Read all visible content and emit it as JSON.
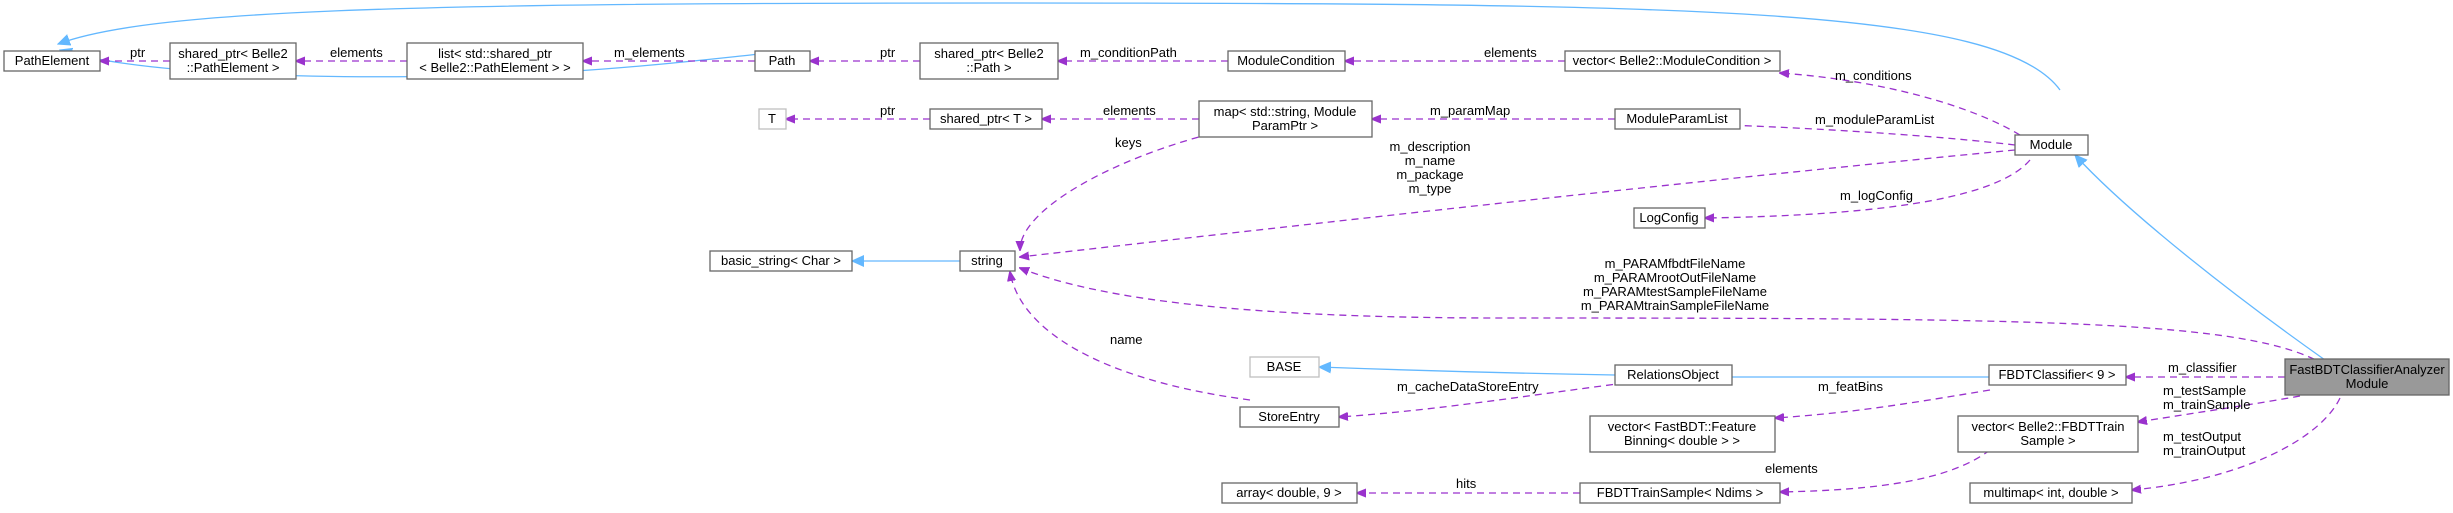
{
  "nodes": {
    "path_element": [
      "PathElement"
    ],
    "sp_path_element": [
      "shared_ptr< Belle2",
      "::PathElement >"
    ],
    "list_sp_path_element": [
      "list< std::shared_ptr",
      "< Belle2::PathElement > >"
    ],
    "path": [
      "Path"
    ],
    "sp_path": [
      "shared_ptr< Belle2",
      "::Path >"
    ],
    "module_condition": [
      "ModuleCondition"
    ],
    "vector_module_condition": [
      "vector< Belle2::ModuleCondition >"
    ],
    "module": [
      "Module"
    ],
    "t": [
      "T"
    ],
    "sp_t": [
      "shared_ptr< T >"
    ],
    "map_param": [
      "map< std::string, Module",
      "ParamPtr >"
    ],
    "module_param_list": [
      "ModuleParamList"
    ],
    "log_config": [
      "LogConfig"
    ],
    "basic_string": [
      "basic_string< Char >"
    ],
    "string": [
      "string"
    ],
    "base": [
      "BASE"
    ],
    "relations_object": [
      "RelationsObject"
    ],
    "fbdt_classifier": [
      "FBDTClassifier< 9 >"
    ],
    "focus": [
      "FastBDTClassifierAnalyzer",
      "Module"
    ],
    "store_entry": [
      "StoreEntry"
    ],
    "vector_feature_binning": [
      "vector< FastBDT::Feature",
      "Binning< double > >"
    ],
    "vector_fbdt_train_sample": [
      "vector< Belle2::FBDTTrain",
      "Sample >"
    ],
    "array_double": [
      "array< double, 9 >"
    ],
    "fbdt_train_sample": [
      "FBDTTrainSample< Ndims >"
    ],
    "multimap": [
      "multimap< int, double >"
    ]
  },
  "edge_labels": {
    "ptr_path_element": [
      "ptr"
    ],
    "m_elements_list": [
      "elements"
    ],
    "m_elements_path": [
      "m_elements"
    ],
    "ptr_path": [
      "ptr"
    ],
    "m_condition_path": [
      "m_conditionPath"
    ],
    "elements_conditions": [
      "elements"
    ],
    "m_conditions": [
      "m_conditions"
    ],
    "ptr_t": [
      "ptr"
    ],
    "elements_map": [
      "elements"
    ],
    "m_param_map": [
      "m_paramMap"
    ],
    "m_module_param_list": [
      "m_moduleParamList"
    ],
    "keys": [
      "keys"
    ],
    "module_strings": [
      "m_description",
      "m_name",
      "m_package",
      "m_type"
    ],
    "m_log_config": [
      "m_logConfig"
    ],
    "param_files": [
      "m_PARAMfbdtFileName",
      "m_PARAMrootOutFileName",
      "m_PARAMtestSampleFileName",
      "m_PARAMtrainSampleFileName"
    ],
    "name": [
      "name"
    ],
    "m_cache": [
      "m_cacheDataStoreEntry"
    ],
    "m_classifier": [
      "m_classifier"
    ],
    "m_feat_bins": [
      "m_featBins"
    ],
    "samples": [
      "m_testSample",
      "m_trainSample"
    ],
    "outputs": [
      "m_testOutput",
      "m_trainOutput"
    ],
    "elements_train": [
      "elements"
    ],
    "hits": [
      "hits"
    ]
  },
  "colors": {
    "usage_edge": "#9a32cd",
    "inheritance_edge": "#63b8ff",
    "focus_fill": "#999999"
  }
}
